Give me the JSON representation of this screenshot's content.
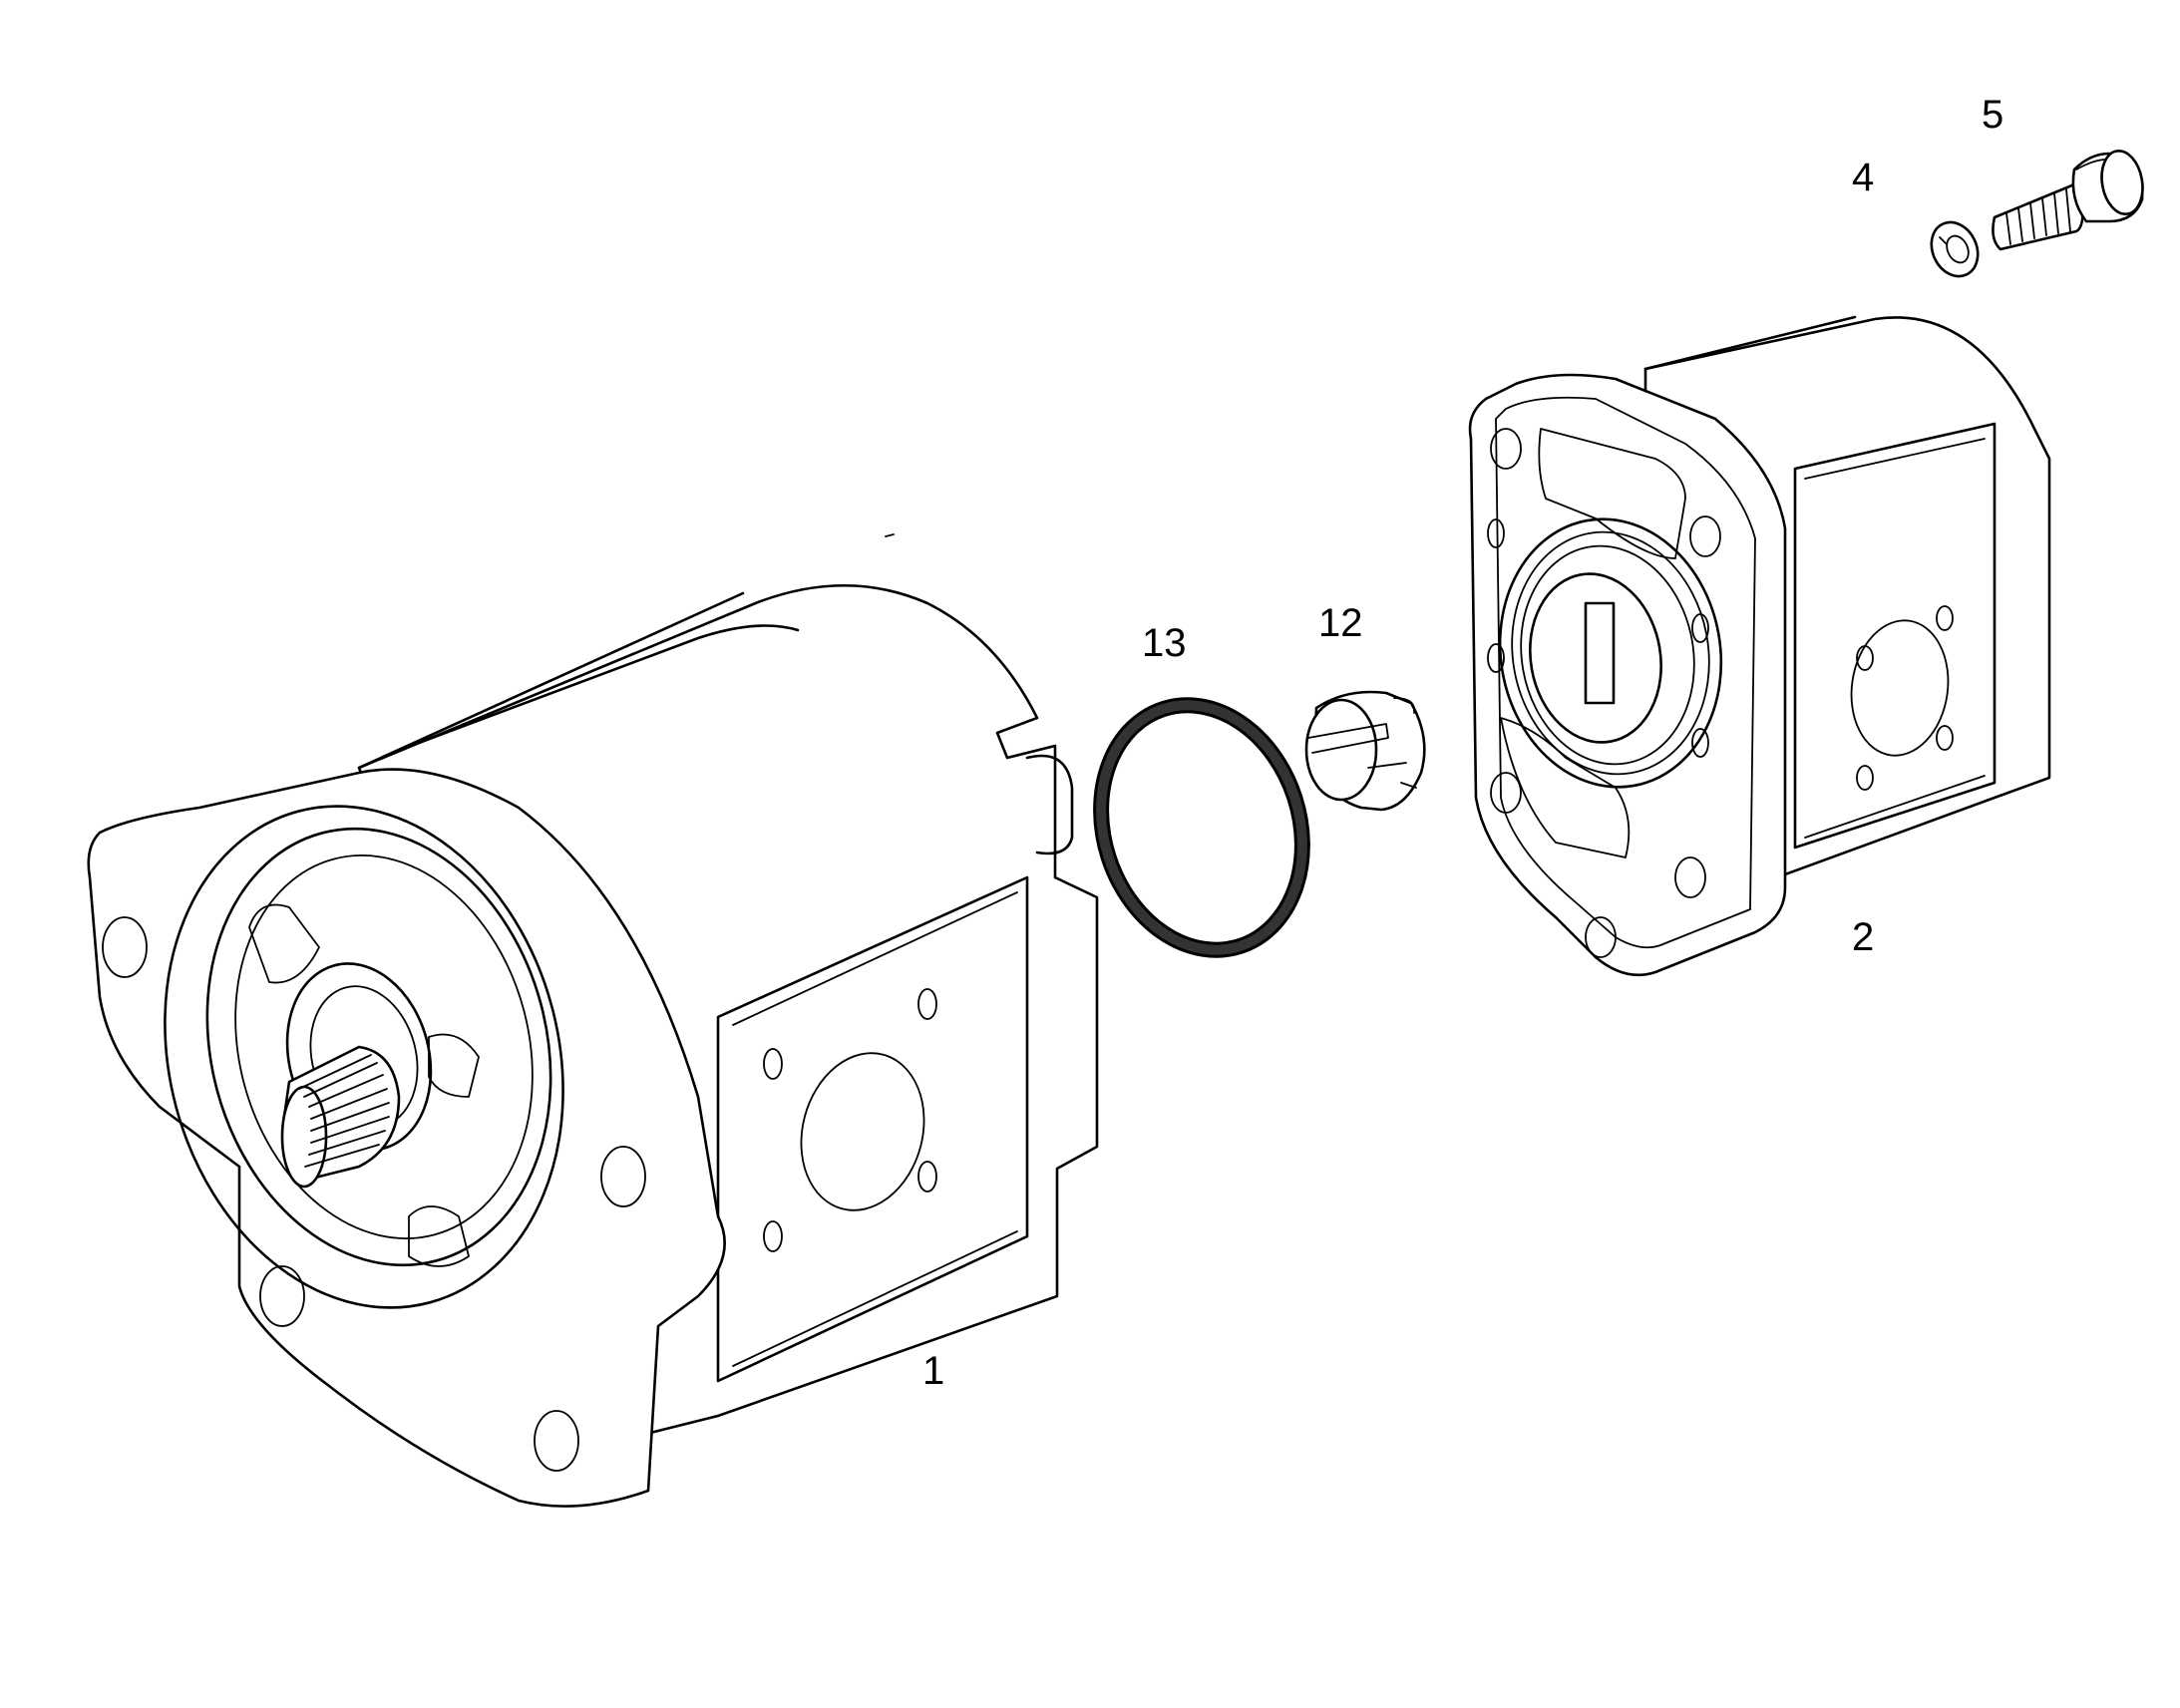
{
  "callouts": {
    "c1": "1",
    "c2": "2",
    "c4": "4",
    "c5": "5",
    "c12": "12",
    "c13": "13"
  },
  "colors": {
    "line": "#000000",
    "background": "#ffffff",
    "oring_fill": "#333333"
  }
}
